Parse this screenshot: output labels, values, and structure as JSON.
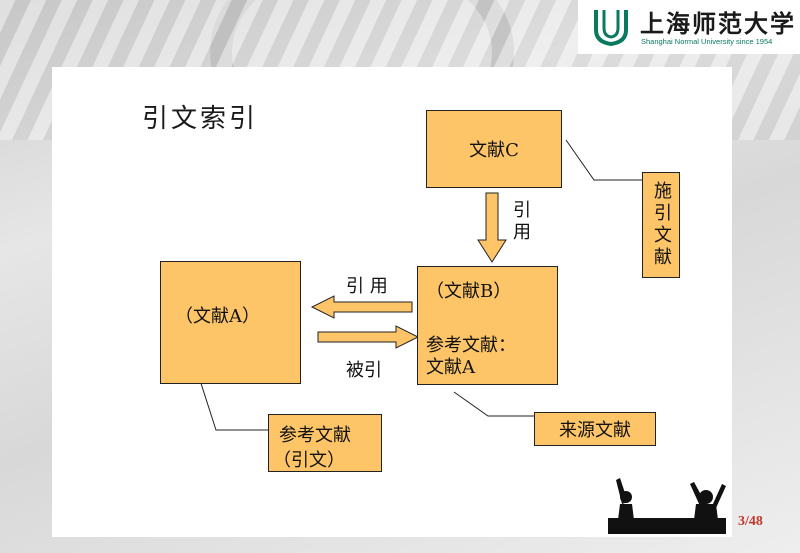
{
  "header": {
    "university_name": "上海师范大学",
    "university_subtitle": "Shanghai Normal University since 1954"
  },
  "slide": {
    "title": "引文索引",
    "page_number": "3/48"
  },
  "diagram": {
    "box_c": {
      "label": "文献C"
    },
    "box_a": {
      "label": "（文献A）"
    },
    "box_b": {
      "label": "（文献B）",
      "line2": "参考文献：",
      "line3": "文献A"
    },
    "citing_doc": {
      "label": "施引文献"
    },
    "references_box": {
      "line1": "参考文献",
      "line2": "（引文）"
    },
    "source_doc": {
      "label": "来源文献"
    },
    "arrow_down_label": "引用",
    "arrow_left_label": "引 用",
    "arrow_right_label": "被引"
  },
  "colors": {
    "box_fill": "#fdc568",
    "accent_green": "#0a7a5e",
    "page_number": "#c0392b"
  }
}
